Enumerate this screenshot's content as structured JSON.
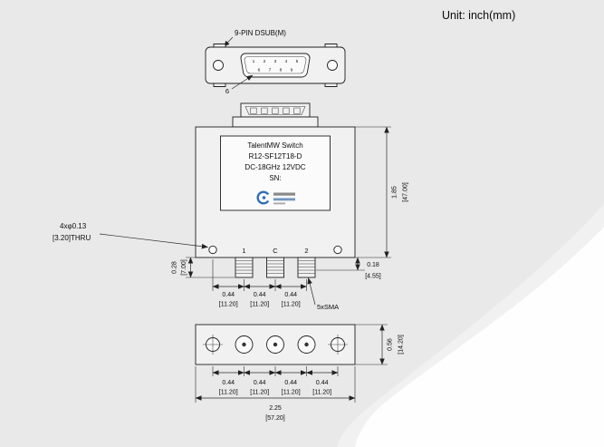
{
  "unit_label": "Unit:  inch(mm)",
  "top_view": {
    "connector_callout": "9-PIN DSUB(M)",
    "pin_numbers_top": [
      "1",
      "2",
      "3",
      "4",
      "5"
    ],
    "pin_numbers_bottom": [
      "6",
      "7",
      "8",
      "9"
    ],
    "pin6_callout": "6"
  },
  "front_view": {
    "nameplate_lines": [
      "TalentMW Switch",
      "R12-SF12T18-D",
      "DC-18GHz 12VDC",
      "SN:"
    ],
    "port_labels": [
      "1",
      "C",
      "2"
    ],
    "height_dim": {
      "inch": "1.85",
      "mm": "[47.00]"
    },
    "mount_hole_callout": {
      "line1": "4xφ0.13",
      "line2": "[3.20]THRU"
    },
    "sma_length_dim": {
      "inch": "0.28",
      "mm": "[7.00]"
    },
    "shoulder_dim": {
      "inch": "0.18",
      "mm": "[4.55]"
    },
    "pitch_dim": {
      "inch": "0.44",
      "mm": "[11.20]"
    },
    "sma_callout": "5xSMA"
  },
  "bottom_view": {
    "depth_dim": {
      "inch": "0.56",
      "mm": "[14.20]"
    },
    "pitch_dim": {
      "inch": "0.44",
      "mm": "[11.20]"
    },
    "overall_width_dim": {
      "inch": "2.25",
      "mm": "[57.20]"
    }
  },
  "colors": {
    "line": "#1f1f1f",
    "background": "#e9e9e9",
    "logo_blue": "#2f6eb6"
  }
}
